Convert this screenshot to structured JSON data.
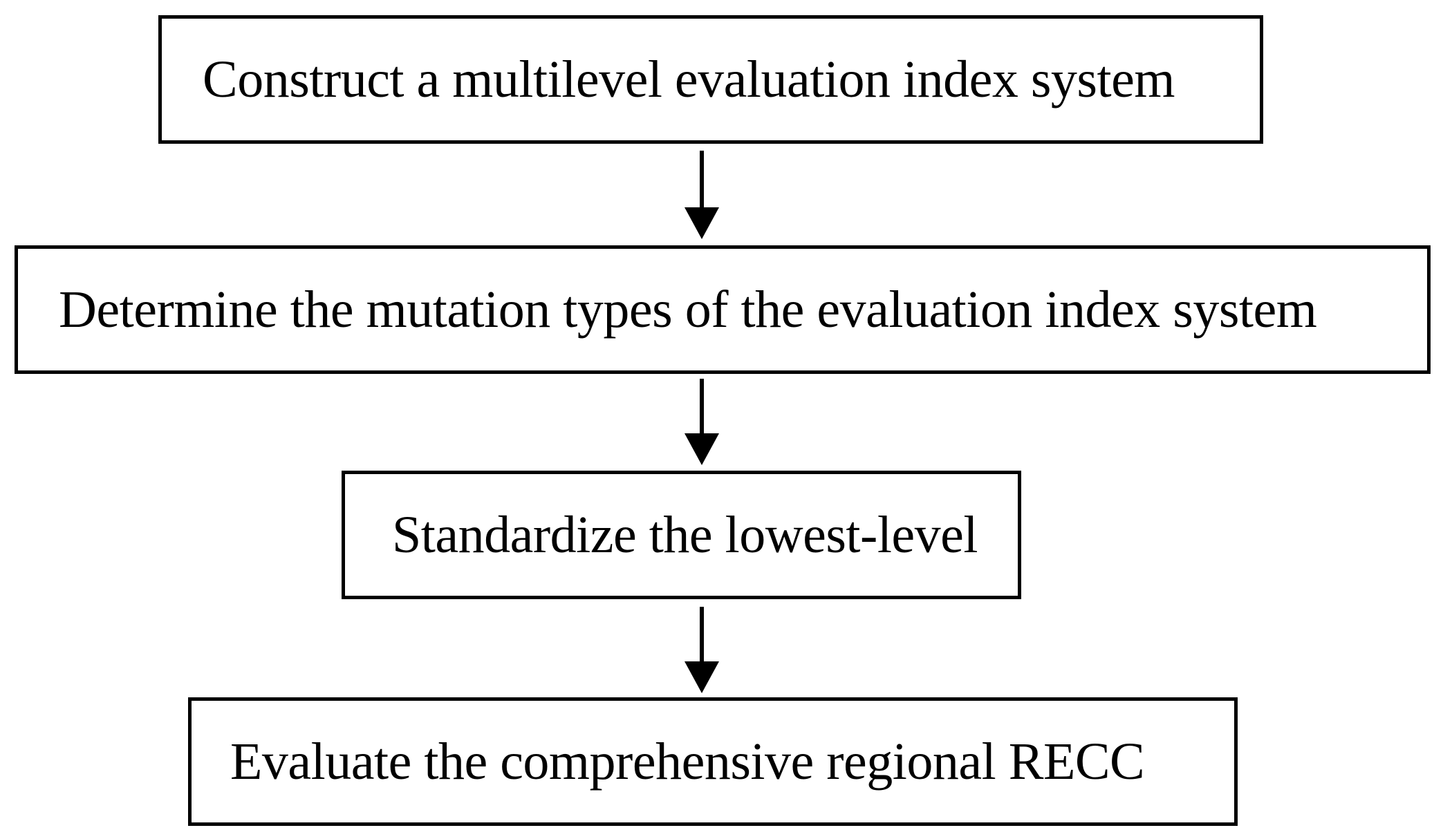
{
  "diagram": {
    "steps": [
      {
        "label": "Construct a multilevel evaluation index system"
      },
      {
        "label": "Determine the mutation types of the evaluation index system"
      },
      {
        "label": "Standardize the lowest-level"
      },
      {
        "label": "Evaluate the comprehensive regional RECC"
      }
    ],
    "colors": {
      "stroke": "#000000",
      "background": "#ffffff"
    }
  }
}
